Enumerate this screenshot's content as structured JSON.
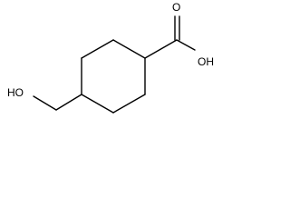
{
  "structure": {
    "labels": {
      "carboxyl_oh": "OH",
      "carbonyl_o": "O",
      "hydroxyl": "HO"
    }
  }
}
